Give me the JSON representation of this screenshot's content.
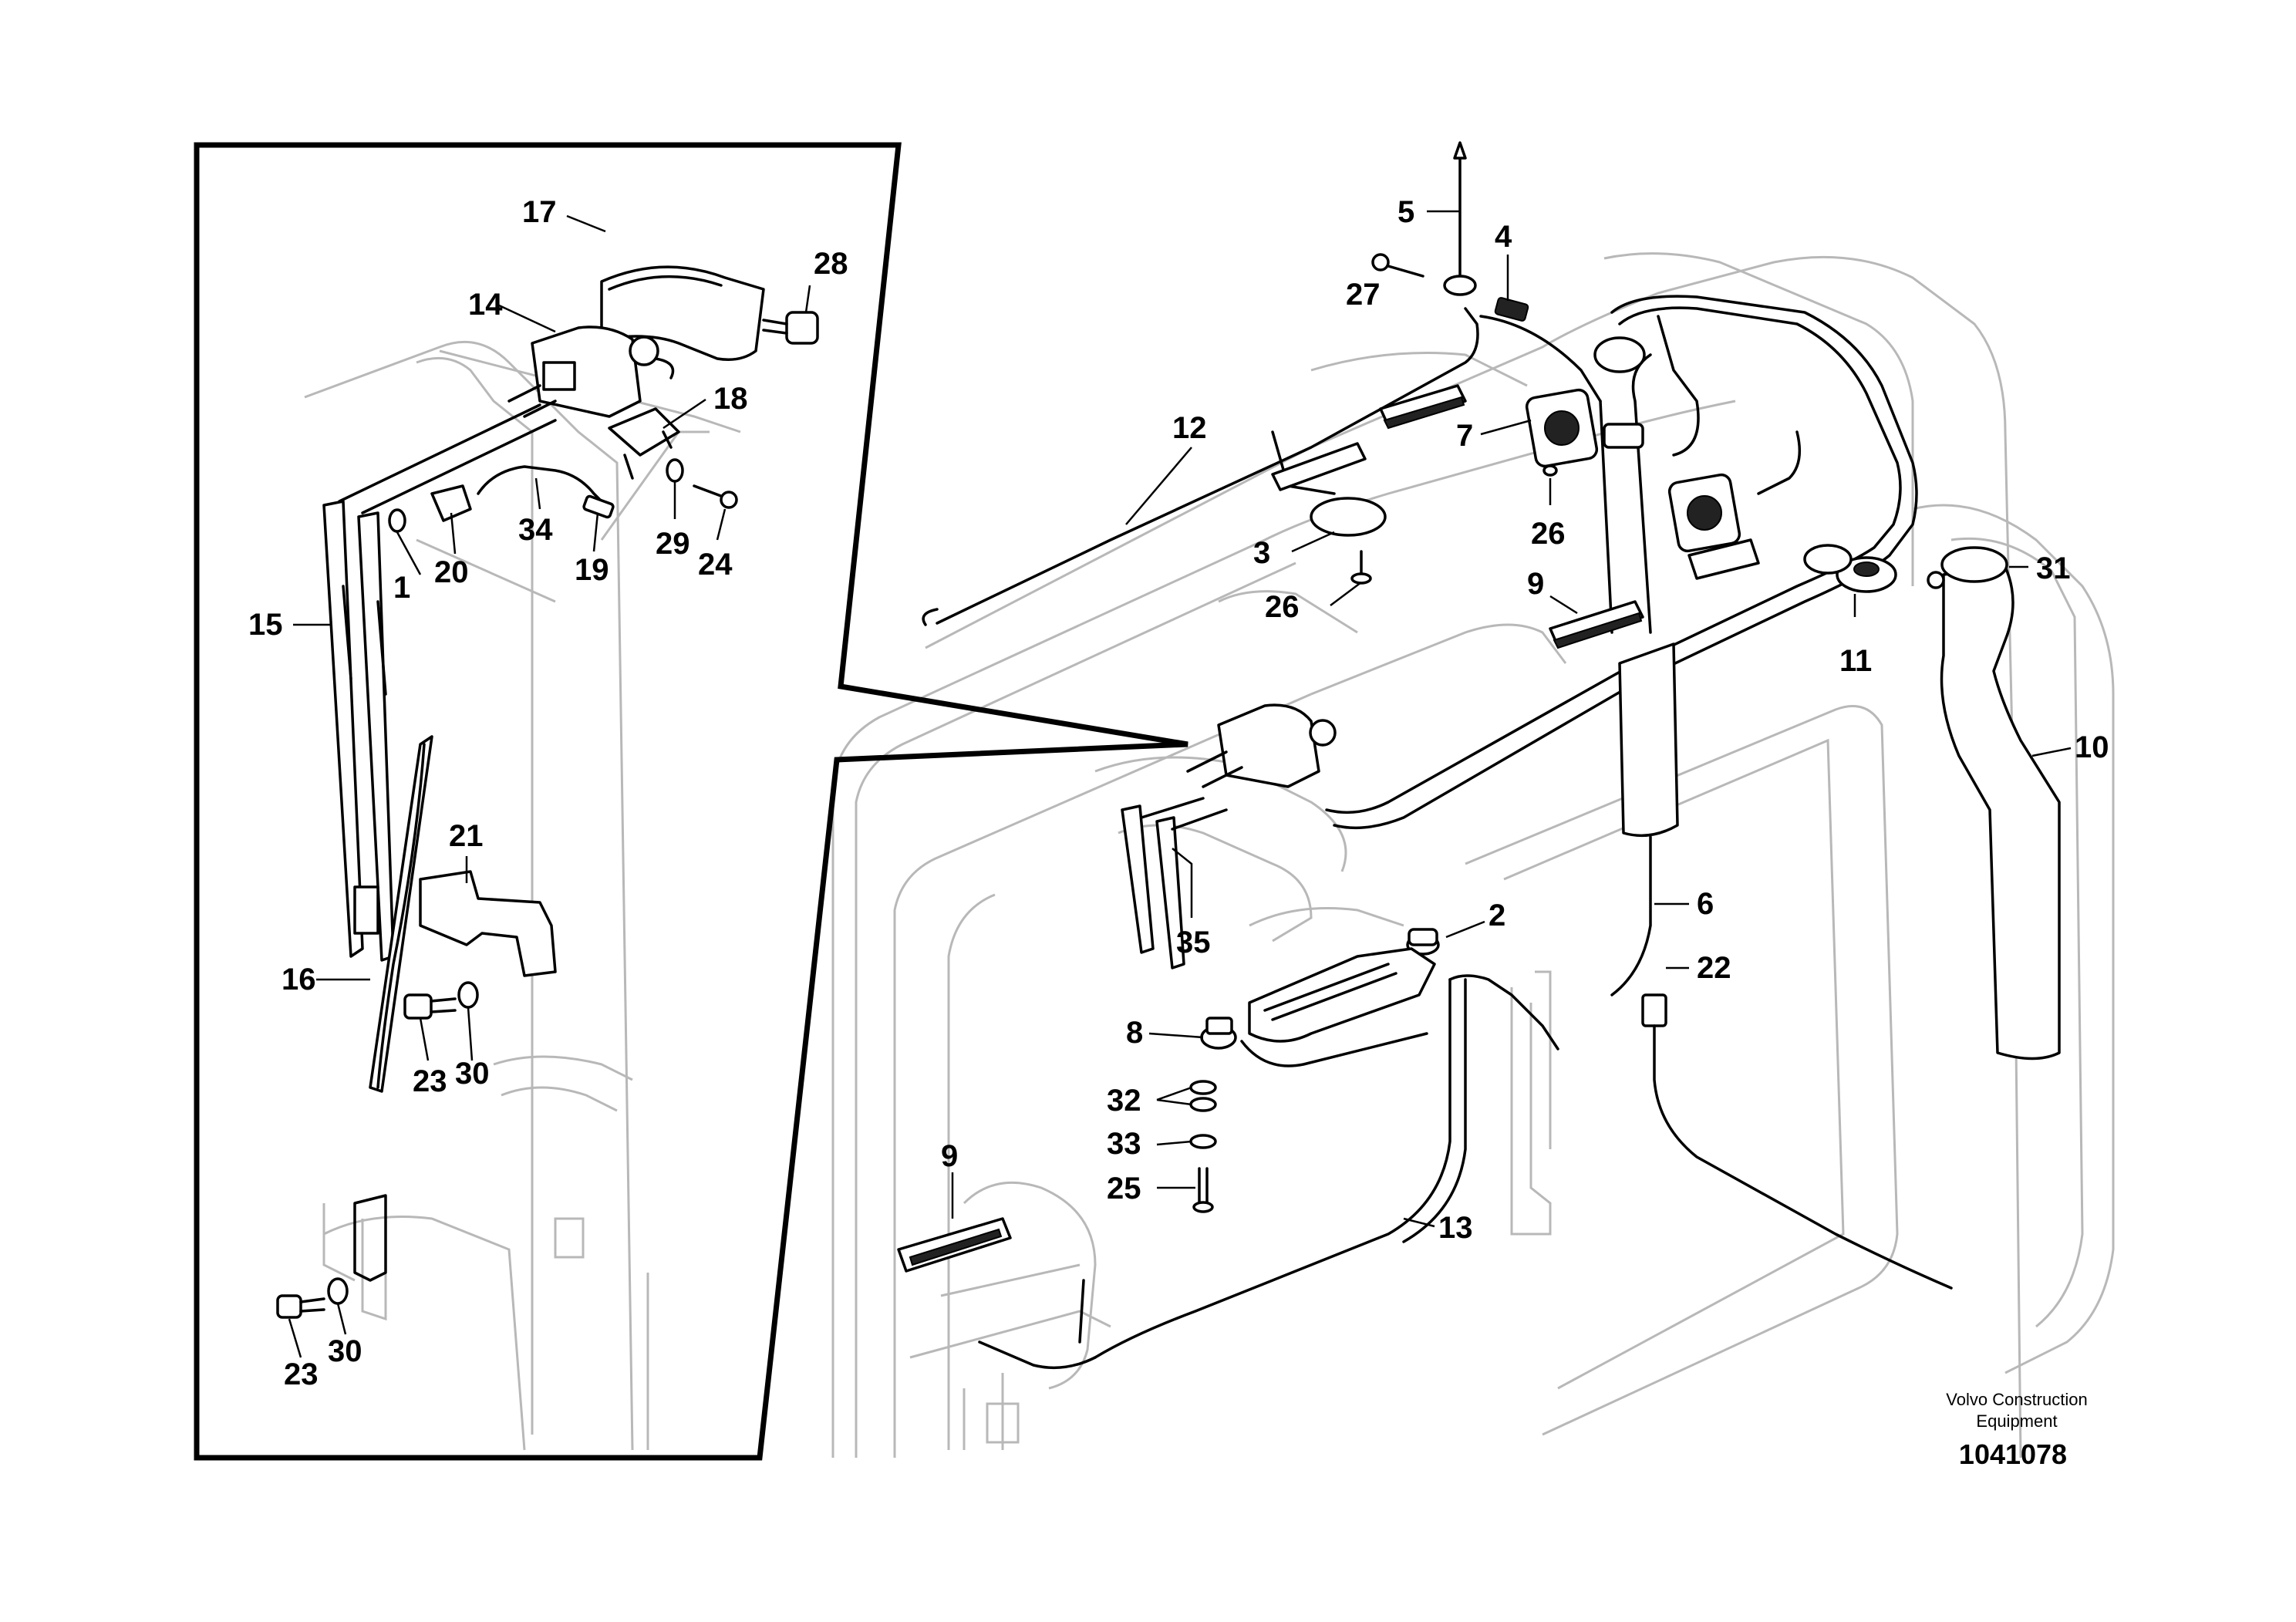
{
  "callouts": {
    "c1": "1",
    "c2": "2",
    "c3": "3",
    "c4": "4",
    "c5": "5",
    "c6": "6",
    "c7": "7",
    "c8": "8",
    "c9a": "9",
    "c9b": "9",
    "c10": "10",
    "c11": "11",
    "c12": "12",
    "c13": "13",
    "c14": "14",
    "c15": "15",
    "c16": "16",
    "c17": "17",
    "c18": "18",
    "c19": "19",
    "c20": "20",
    "c21": "21",
    "c22": "22",
    "c23a": "23",
    "c23b": "23",
    "c24": "24",
    "c25": "25",
    "c26a": "26",
    "c26b": "26",
    "c27": "27",
    "c28": "28",
    "c29": "29",
    "c30a": "30",
    "c30b": "30",
    "c31": "31",
    "c32": "32",
    "c33": "33",
    "c34": "34",
    "c35": "35"
  },
  "credit": {
    "line1": "Volvo Construction",
    "line2": "Equipment"
  },
  "document_number": "1041078"
}
